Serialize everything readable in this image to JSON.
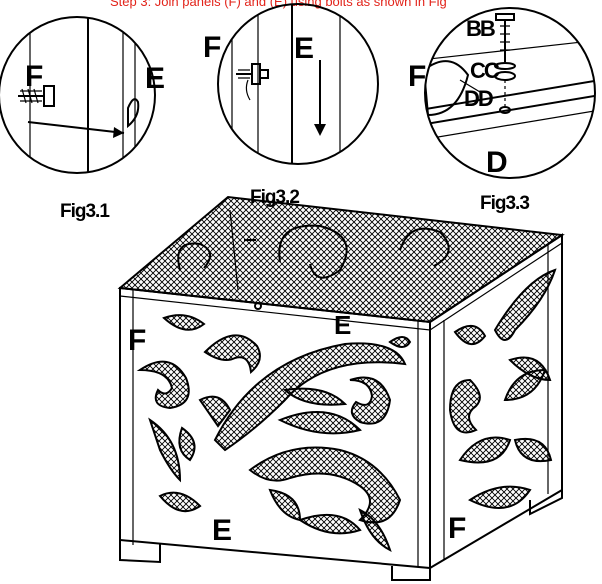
{
  "header_note": "Step 3: Join panels (F) and (E) using bolts as shown in Fig",
  "figures": [
    {
      "caption": "Fig3.1",
      "labels": [
        "F",
        "E"
      ]
    },
    {
      "caption": "Fig3.2",
      "labels": [
        "F",
        "E"
      ]
    },
    {
      "caption": "Fig3.3",
      "labels": [
        "BB",
        "CC",
        "DD",
        "F",
        "D"
      ]
    }
  ],
  "assembly_labels": {
    "front_left": "F",
    "top_mesh": "E",
    "front_bottom": "E",
    "right_bottom": "F"
  },
  "colors": {
    "line": "#000000",
    "note": "#e2231a",
    "background": "#ffffff"
  }
}
